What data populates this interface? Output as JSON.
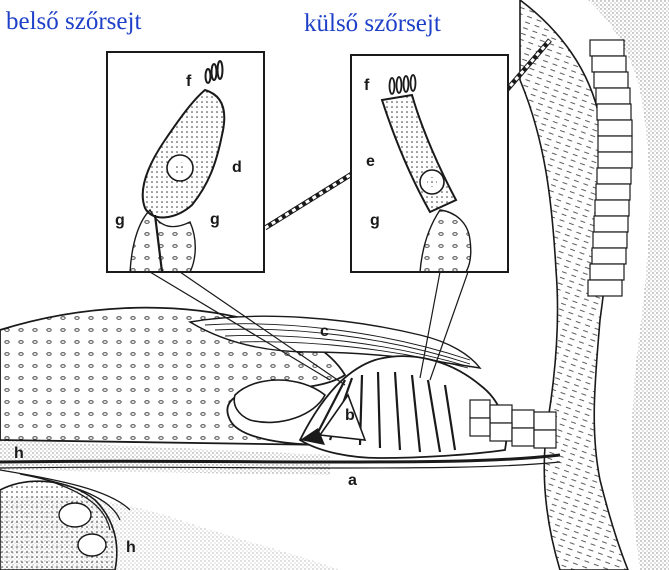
{
  "titles": {
    "inner_hair_cell": "belső szőrsejt",
    "outer_hair_cell": "külső szőrsejt"
  },
  "labels": {
    "a": "a",
    "b": "b",
    "c": "c",
    "d": "d",
    "e": "e",
    "f_left": "f",
    "f_right": "f",
    "g_left_1": "g",
    "g_left_2": "g",
    "g_right": "g",
    "h_top": "h",
    "h_bottom": "h"
  },
  "colors": {
    "title_text": "#1e40c8",
    "ink": "#1a1a1a",
    "background": "#ffffff",
    "stipple": "#8a8a8a"
  }
}
